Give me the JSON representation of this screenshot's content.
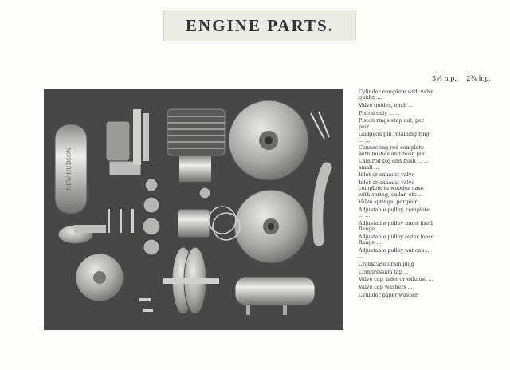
{
  "header": {
    "title": "ENGINE PARTS."
  },
  "columns": {
    "hp1": "3½ h.p.",
    "hp2": "2¾ h.p."
  },
  "photo": {
    "tank_text": "NEW HUDSON"
  },
  "parts": [
    "Cylinder complete with valve guides ...",
    "Valve guides, each ...",
    "Piston only ... ...",
    "Piston rings step cut, per pair ... ...",
    "Gudgeon pin retaining ring ... ...",
    "Connecting rod complete with bushes and bush pin ...",
    "Cam rod big end bush ... ... small ...",
    "Inlet or exhaust valve",
    "Inlet or exhaust valve complete in wooden case with spring, collar, etc ...",
    "Valve springs, per pair",
    "Adjustable pulley, complete ... ...",
    "Adjustable pulley inner fixed flange ...",
    "Adjustable pulley outer loose flange ...",
    "Adjustable pulley nut cap ... ...",
    "Crankcase drain plug",
    "Compression tap ...",
    "Valve cap, inlet or exhaust ...",
    "Valve cap washers ...",
    "Cylinder paper washer"
  ]
}
